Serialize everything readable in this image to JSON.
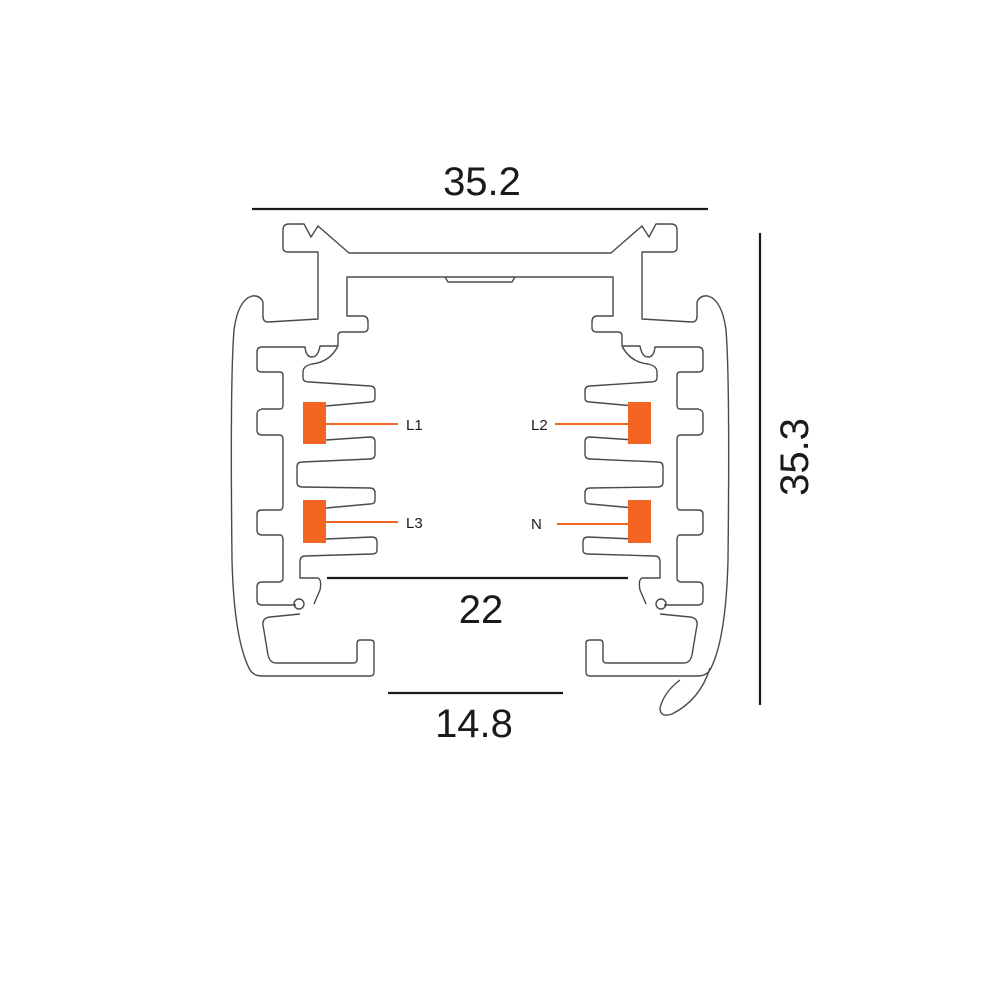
{
  "diagram": {
    "title": "Track profile cross-section",
    "dimensions": {
      "overall_width": "35.2",
      "overall_height": "35.3",
      "inner_width": "22",
      "opening_width": "14.8"
    },
    "conductors": [
      {
        "label": "L1"
      },
      {
        "label": "L2"
      },
      {
        "label": "L3"
      },
      {
        "label": "N"
      }
    ],
    "colors": {
      "contact": "#f26522",
      "outline": "#4a4a4a",
      "dimension": "#1a1a1a"
    }
  }
}
